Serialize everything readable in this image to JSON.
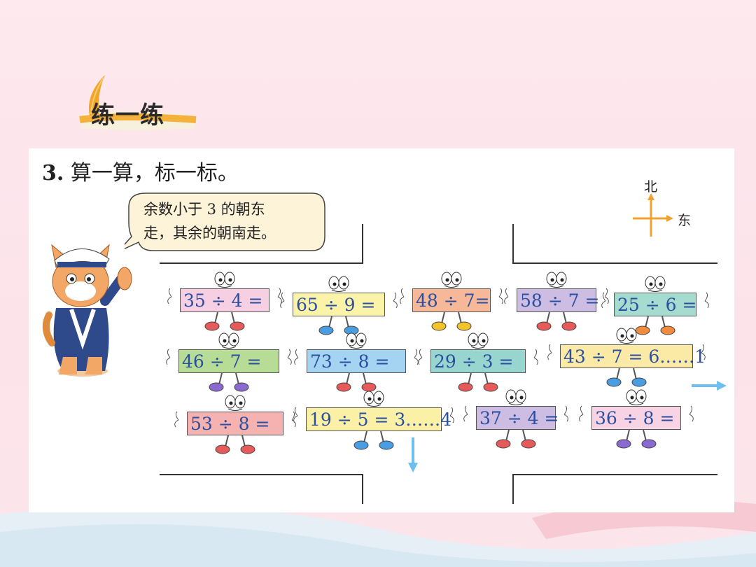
{
  "section": {
    "badge_label": "练一练"
  },
  "task": {
    "number": "3.",
    "instruction": "算一算，标一标。"
  },
  "speech": {
    "line1": "余数小于 3 的朝东",
    "line2": "走，其余的朝南走。"
  },
  "compass": {
    "north": "北",
    "east": "东"
  },
  "cards": [
    {
      "text": "35 ÷ 4 =",
      "color": "#f6d0e2"
    },
    {
      "text": "65 ÷ 9 =",
      "color": "#fbf3a8"
    },
    {
      "text": "48 ÷ 7=",
      "color": "#f6b899"
    },
    {
      "text": "58 ÷ 7 =",
      "color": "#cdbde2"
    },
    {
      "text": "25 ÷ 6 =",
      "color": "#a6dccf"
    },
    {
      "text": "46 ÷ 7 =",
      "color": "#b7dc96"
    },
    {
      "text": "73 ÷ 8 =",
      "color": "#a5d4f2"
    },
    {
      "text": "29 ÷ 3 =",
      "color": "#98d5cf"
    },
    {
      "text": "43 ÷ 7 = 6……1",
      "color": "#fbeaa6"
    },
    {
      "text": "53 ÷ 8 =",
      "color": "#f6b2b0"
    },
    {
      "text": "19 ÷ 5 = 3……4",
      "color": "#fbf1a6"
    },
    {
      "text": "37 ÷ 4 =",
      "color": "#cdbde2"
    },
    {
      "text": "36 ÷ 8 =",
      "color": "#f8d3e4"
    }
  ],
  "colors": {
    "arrow": "#6dbff0",
    "compass": "#f0a230",
    "badge_stripe": "#f4b13b"
  }
}
